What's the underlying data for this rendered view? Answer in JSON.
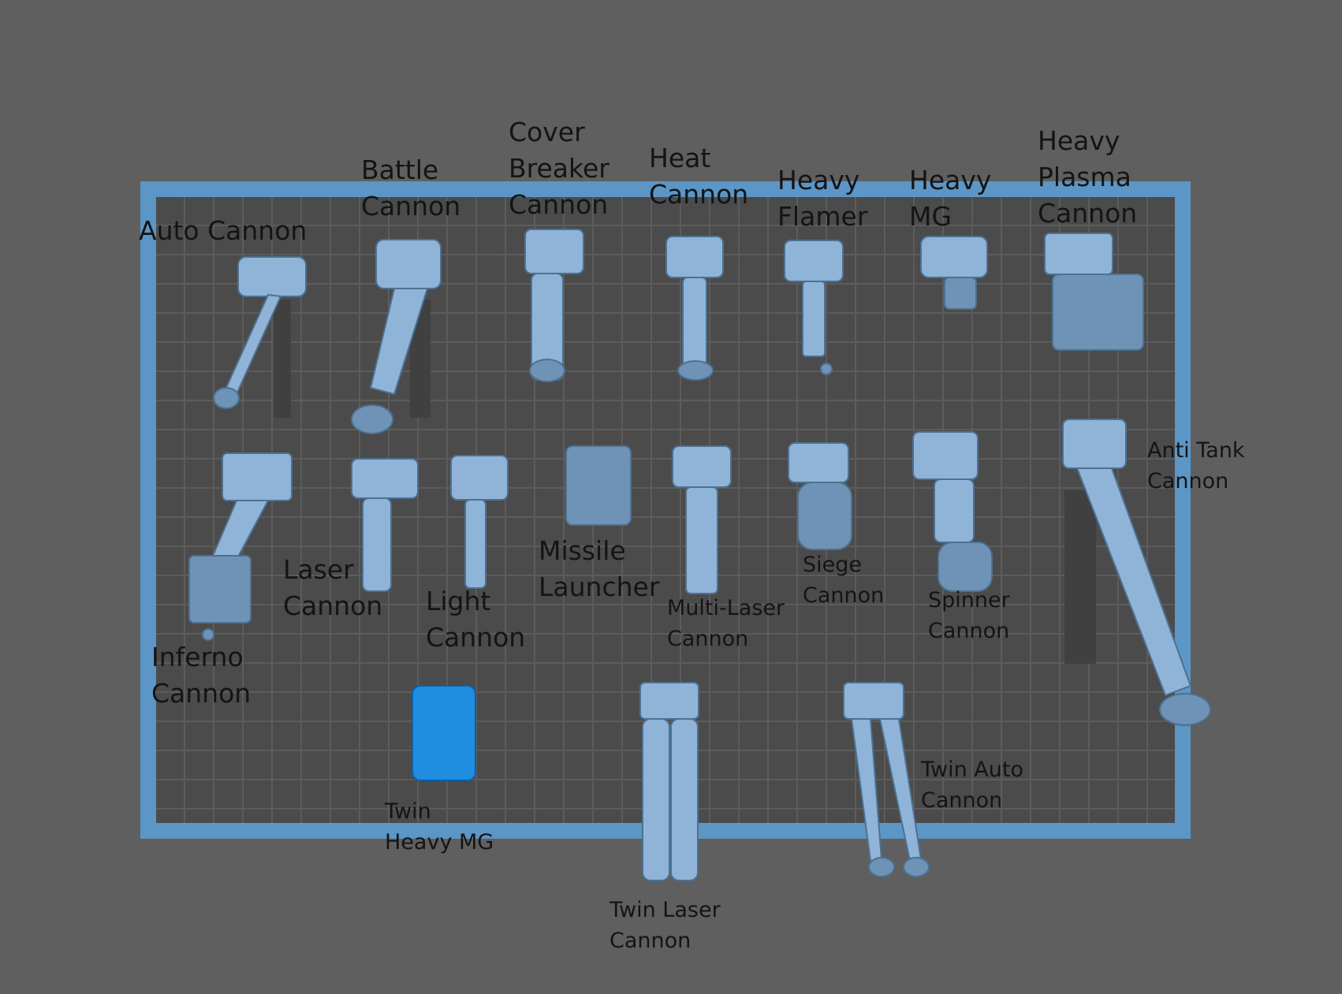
{
  "labels": {
    "auto_cannon": "Auto Cannon",
    "battle_cannon": "Battle\nCannon",
    "cover_breaker_cannon": "Cover\nBreaker\nCannon",
    "heat_cannon": "Heat\nCannon",
    "heavy_flamer": "Heavy\nFlamer",
    "heavy_mg": "Heavy\nMG",
    "heavy_plasma_cannon": "Heavy\nPlasma\nCannon",
    "inferno_cannon": "Inferno\nCannon",
    "laser_cannon": "Laser\nCannon",
    "light_cannon": "Light\nCannon",
    "missile_launcher": "Missile\nLauncher",
    "multi_laser_cannon": "Multi-Laser\nCannon",
    "siege_cannon": "Siege\nCannon",
    "spinner_cannon": "Spinner\nCannon",
    "anti_tank_cannon": "Anti Tank\nCannon",
    "twin_heavy_mg": "Twin\nHeavy MG",
    "twin_laser_cannon": "Twin Laser\nCannon",
    "twin_auto_cannon": "Twin Auto\nCannon"
  },
  "colors": {
    "background": "#5f5f5f",
    "bed_frame": "#5b96c6",
    "part_metal": "#8fb4d8",
    "part_selected": "#1f8de0",
    "label_text": "#141414"
  }
}
